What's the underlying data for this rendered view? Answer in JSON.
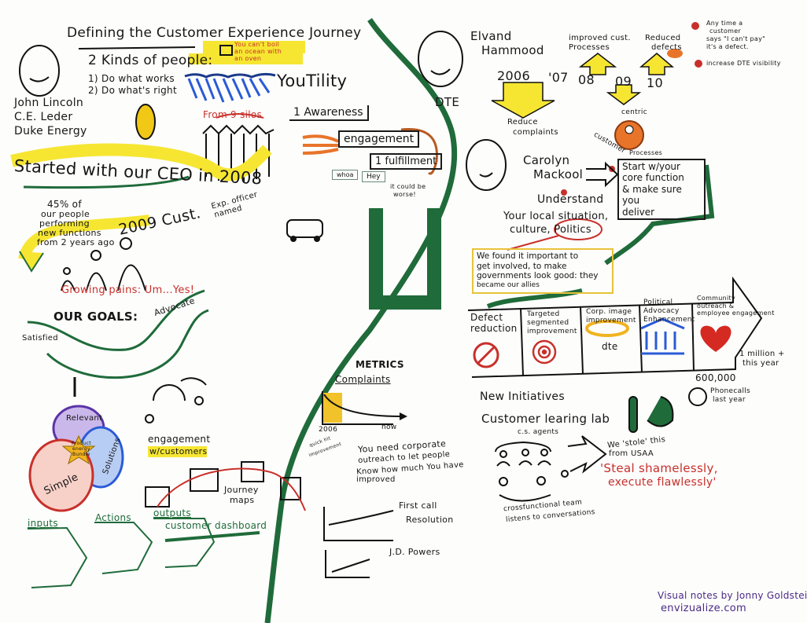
{
  "title": "Defining the Customer Experience Journey",
  "left": {
    "kinds_heading": "2 Kinds of people:",
    "kind_1": "1) Do what works",
    "kind_2": "2) Do what's right",
    "speaker_name": "John Lincoln",
    "speaker_role": "C.E. Leder",
    "speaker_company": "Duke Energy",
    "ocean_quote_1": "You can't boil",
    "ocean_quote_2": "an ocean with",
    "ocean_quote_3": "an oven",
    "youtility": "YouTility",
    "silos": "From 9 silos",
    "ceo_banner": "Started with our CEO in 2008",
    "stat_1": "45% of",
    "stat_2": "our people",
    "stat_3": "performing",
    "stat_4": "new functions",
    "stat_5": "from 2 years ago",
    "cxo_year": "2009 Cust.",
    "cxo_1": "Exp. officer",
    "cxo_2": "named",
    "growing_pains": "Growing pains: Um...Yes!",
    "goals": "OUR GOALS:",
    "advocate": "Advocate",
    "satisfied": "Satisfied",
    "venn": {
      "relevant": "Relevant",
      "solutions": "Solutions",
      "simple": "Simple",
      "star_1": "Product",
      "star_2": "energy",
      "star_3": "Bundle"
    },
    "engagement_1": "engagement",
    "engagement_2": "w/customers",
    "journey_1": "Journey",
    "journey_2": "maps",
    "flow": {
      "inputs": "inputs",
      "actions": "Actions",
      "outputs": "outputs",
      "dashboard": "customer dashboard"
    }
  },
  "center": {
    "awareness": "1 Awareness",
    "engagement": "engagement",
    "fulfillment": "1 fulfillment",
    "bubble_whoa": "whoa",
    "bubble_hey": "Hey",
    "bubble_worse_1": "it could be",
    "bubble_worse_2": "worse!",
    "metrics": "METRICS",
    "complaints": "Complaints",
    "chart_start": "2006",
    "chart_end": "now",
    "quick_hit_1": "quick hit",
    "quick_hit_2": "improvement",
    "outreach_1": "You need corporate",
    "outreach_2": "outreach to let people",
    "outreach_3": "Know how much You have",
    "outreach_4": "improved",
    "fcr_1": "First call",
    "fcr_2": "Resolution",
    "jd_powers": "J.D. Powers"
  },
  "right": {
    "speaker_1_first": "Elvand",
    "speaker_1_last": "Hammood",
    "speaker_1_company": "DTE",
    "years": [
      "2006",
      "'07",
      "08",
      "09",
      "10"
    ],
    "reduce_1": "Reduce",
    "reduce_2": "complaints",
    "improved_1": "improved cust.",
    "improved_2": "Processes",
    "defects_1": "Reduced",
    "defects_2": "defects",
    "note_1": "Any time a",
    "note_2": "customer",
    "note_3": "says \"I can't pay\"",
    "note_4": "it's a defect.",
    "note_5": "increase DTE visibility",
    "centric_1": "centric",
    "centric_2": "customer",
    "centric_3": "Processes",
    "speaker_2_first": "Carolyn",
    "speaker_2_last": "Mackool",
    "core_1": "Start w/your",
    "core_2": "core function",
    "core_3": "& make sure you",
    "core_4": "deliver",
    "understand_1": "Understand",
    "understand_2": "Your local situation,",
    "understand_3": "culture, Politics",
    "allies_1": "We found it important to",
    "allies_2": "get involved, to make",
    "allies_3": "governments look good: they",
    "allies_4": "became our allies",
    "timeline": [
      {
        "label_1": "Defect",
        "label_2": "reduction",
        "label_3": ""
      },
      {
        "label_1": "Targeted",
        "label_2": "segmented",
        "label_3": "improvement"
      },
      {
        "label_1": "Corp. image",
        "label_2": "improvement",
        "label_3": "dte"
      },
      {
        "label_1": "Political",
        "label_2": "Advocacy",
        "label_3": "Enhancement"
      },
      {
        "label_1": "Community",
        "label_2": "outreach &",
        "label_3": "employee engagement"
      }
    ],
    "million_1": "1 million +",
    "million_2": "this year",
    "calls_value": "600,000",
    "calls_1": "Phonecalls",
    "calls_2": "last year",
    "new_initiatives": "New Initiatives",
    "lab": "Customer learing lab",
    "agents": "c.s. agents",
    "team_1": "crossfunctional team",
    "team_2": "listens to conversations",
    "stole_1": "We 'stole' this",
    "stole_2": "from USAA",
    "steal_1": "'Steal shamelessly,",
    "steal_2": "execute flawlessly'"
  },
  "credit_1": "Visual notes by Jonny Goldstein",
  "credit_2": "envizualize.com",
  "colors": {
    "green": "#1f6b3a",
    "yellow": "#f6e632",
    "red": "#c8302a",
    "blue": "#2a5bd7",
    "purple": "#4b2a86",
    "orange": "#e8742a"
  }
}
